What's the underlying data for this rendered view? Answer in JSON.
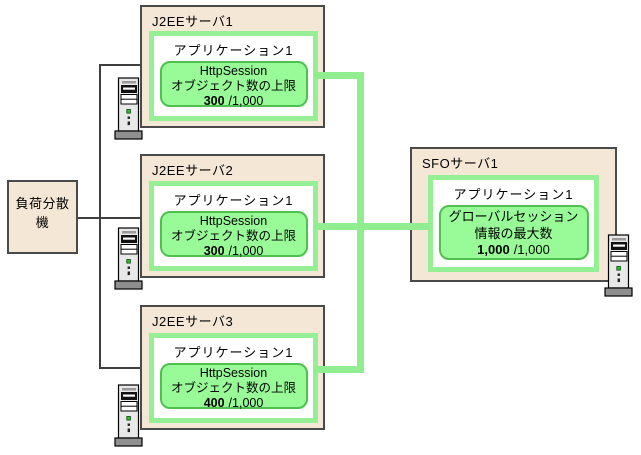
{
  "diagram": {
    "load_balancer": {
      "label": "負荷分散機"
    },
    "j2ee_servers": [
      {
        "title": "J2EEサーバ1",
        "app_label": "アプリケーション1",
        "metric_line1": "HttpSession",
        "metric_line2": "オブジェクト数の上限",
        "value": "300",
        "capacity": "/1,000"
      },
      {
        "title": "J2EEサーバ2",
        "app_label": "アプリケーション1",
        "metric_line1": "HttpSession",
        "metric_line2": "オブジェクト数の上限",
        "value": "300",
        "capacity": "/1,000"
      },
      {
        "title": "J2EEサーバ3",
        "app_label": "アプリケーション1",
        "metric_line1": "HttpSession",
        "metric_line2": "オブジェクト数の上限",
        "value": "400",
        "capacity": "/1,000"
      }
    ],
    "sfo_server": {
      "title": "SFOサーバ1",
      "app_label": "アプリケーション1",
      "metric_line1": "グローバルセッション",
      "metric_line2": "情報の最大数",
      "value": "1,000",
      "capacity": "/1,000"
    },
    "icons": {
      "server": "server-tower-icon"
    },
    "colors": {
      "box_fill": "#f5e7d6",
      "box_border": "#4a4a4a",
      "green_line": "#90ee90",
      "metric_fill": "#98fb98",
      "metric_border": "#4fbf4f"
    }
  }
}
